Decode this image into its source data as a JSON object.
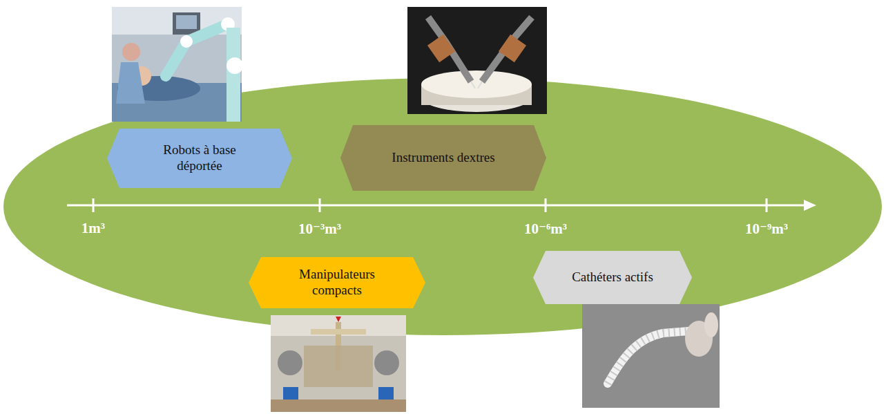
{
  "diagram": {
    "nodes": [
      {
        "text": [
          "Robots à base déportée"
        ]
      },
      {
        "text": [
          "Instruments dextres"
        ]
      },
      {
        "text": [
          "Manipulateurs compacts"
        ]
      },
      {
        "text": [
          "Cathéters actifs"
        ]
      }
    ],
    "labels": [
      "1m³",
      "10⁻³m³",
      "10⁻⁶m³",
      "10⁻⁹m³"
    ]
  }
}
